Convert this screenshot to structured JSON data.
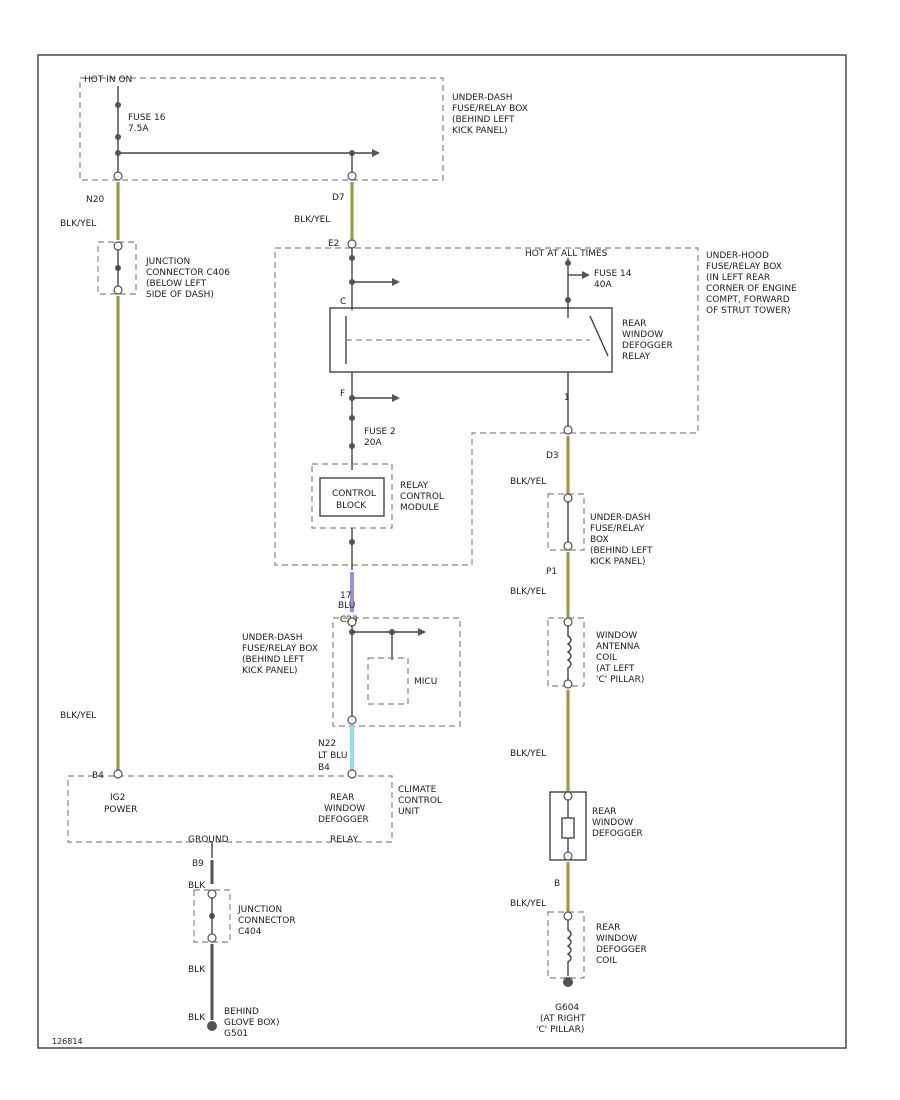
{
  "labels": {
    "hot_in_on": "HOT IN ON",
    "fuse_16": "FUSE 16",
    "fuse_16_rating": "7.5A",
    "ud_fuse_box_1": "UNDER-DASH",
    "ud_fuse_box_2": "FUSE/RELAY BOX",
    "ud_fuse_box_3": "(BEHIND LEFT",
    "ud_fuse_box_4": "KICK PANEL)",
    "conn_n20": "N20",
    "conn_d7": "D7",
    "conn_e2": "E2",
    "blk_yel_1": "BLK/YEL",
    "blk_yel_2": "BLK/YEL",
    "jc_c406_1": "JUNCTION",
    "jc_c406_2": "CONNECTOR C406",
    "jc_c406_3": "(BELOW LEFT",
    "jc_c406_4": "SIDE OF DASH)",
    "hot_at_all_times": "HOT AT ALL TIMES",
    "fuse_14": "FUSE 14",
    "fuse_14_rating": "40A",
    "uh_box_1": "UNDER-HOOD",
    "uh_box_2": "FUSE/RELAY BOX",
    "uh_box_3": "(IN LEFT REAR",
    "uh_box_4": "CORNER OF ENGINE",
    "uh_box_5": "COMPT, FORWARD",
    "uh_box_6": "OF STRUT TOWER)",
    "relay_1": "REAR",
    "relay_2": "WINDOW",
    "relay_3": "DEFOGGER",
    "relay_4": "RELAY",
    "pin_f": "F",
    "pin_c": "C",
    "pin_1": "1",
    "fuse_2": "FUSE 2",
    "fuse_2_rating": "20A",
    "control_block_1": "CONTROL",
    "control_block_2": "BLOCK",
    "rcm_1": "RELAY",
    "rcm_2": "CONTROL",
    "rcm_3": "MODULE",
    "blu_1": "BLU",
    "pin_17": "17",
    "conn_c23": "C23",
    "ud2_1": "UNDER-DASH",
    "ud2_2": "FUSE/RELAY BOX",
    "ud2_3": "(BEHIND LEFT",
    "ud2_4": "KICK PANEL)",
    "micu": "MICU",
    "blk_yel_3": "BLK/YEL",
    "conn_n22": "N22",
    "lt_blu": "LT BLU",
    "conn_b4": "B4",
    "pin_b4": "B4",
    "ig2_1": "IG2",
    "ig2_2": "POWER",
    "cc_1": "REAR",
    "cc_2": "WINDOW",
    "cc_3": "DEFOGGER",
    "cc_4": "RELAY",
    "cc_unit_1": "CLIMATE",
    "cc_unit_2": "CONTROL",
    "cc_unit_3": "UNIT",
    "ground": "GROUND",
    "conn_b9": "B9",
    "blk_1": "BLK",
    "jc2_1": "JUNCTION",
    "jc2_2": "CONNECTOR",
    "jc2_3": "C404",
    "blk_2": "BLK",
    "blk_3": "BLK",
    "g_1": "BEHIND",
    "g_2": "GLOVE BOX)",
    "g_3": "G501",
    "conn_d3": "D3",
    "blk_yel_r1": "BLK/YEL",
    "ud3_1": "UNDER-DASH",
    "ud3_2": "FUSE/RELAY",
    "ud3_3": "BOX",
    "ud3_4": "(BEHIND LEFT",
    "ud3_5": "KICK PANEL)",
    "conn_p1": "P1",
    "blk_yel_r2": "BLK/YEL",
    "ant_1": "WINDOW",
    "ant_2": "ANTENNA",
    "ant_3": "COIL",
    "ant_4": "(AT LEFT",
    "ant_5": "'C' PILLAR)",
    "blk_yel_r3": "BLK/YEL",
    "def_1": "REAR",
    "def_2": "WINDOW",
    "def_3": "DEFOGGER",
    "pin_b": "B",
    "blk_yel_r4": "BLK/YEL",
    "coil_1": "REAR",
    "coil_2": "WINDOW",
    "coil_3": "DEFOGGER",
    "coil_4": "COIL",
    "g2_1": "G604",
    "g2_2": "(AT RIGHT",
    "g2_3": "'C' PILLAR)",
    "footer_code": "126814"
  }
}
